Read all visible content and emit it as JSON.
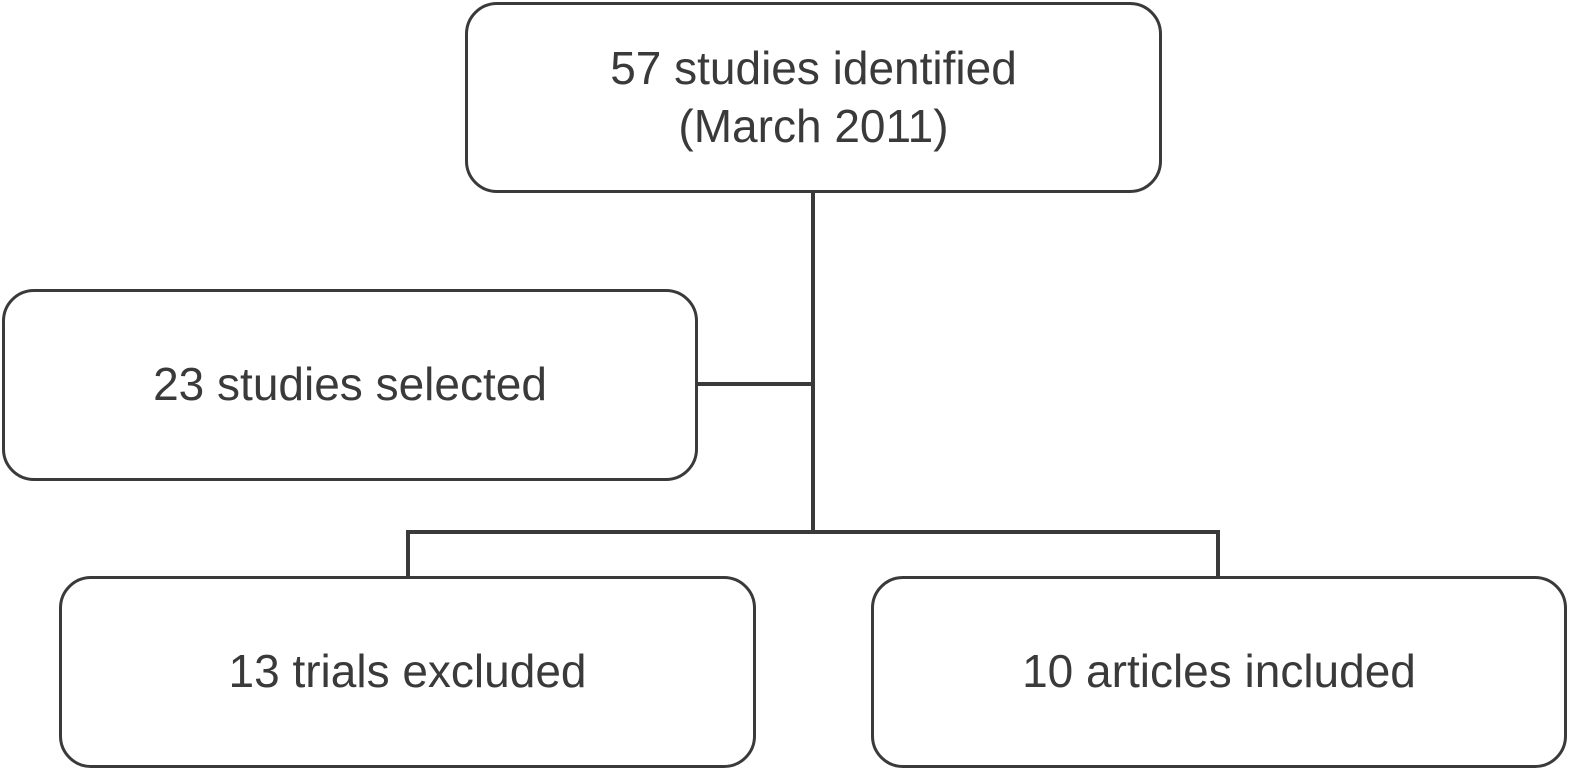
{
  "flowchart": {
    "identified": {
      "line1": "57 studies identified",
      "line2": "(March 2011)"
    },
    "selected": "23 studies selected",
    "excluded": "13 trials excluded",
    "included": "10 articles included"
  },
  "colors": {
    "stroke": "#3a3a3a",
    "text": "#3a3a3a",
    "background": "#ffffff"
  }
}
